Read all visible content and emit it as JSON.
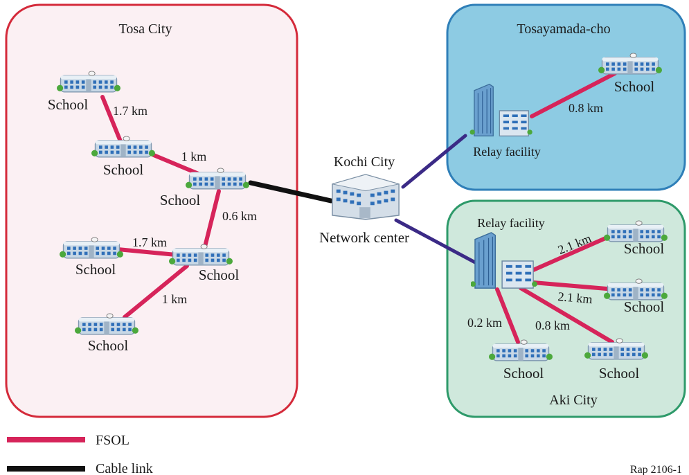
{
  "regions": {
    "tosa": {
      "title": "Tosa City"
    },
    "tosayamada": {
      "title": "Tosayamada-cho"
    },
    "aki": {
      "title": "Aki City"
    }
  },
  "center": {
    "title": "Kochi City",
    "label": "Network center"
  },
  "nodes": {
    "tosa_school_1": "School",
    "tosa_school_2": "School",
    "tosa_school_3": "School",
    "tosa_school_4": "School",
    "tosa_school_5": "School",
    "tosa_school_6": "School",
    "tosayamada_relay": "Relay facility",
    "tosayamada_school": "School",
    "aki_relay": "Relay facility",
    "aki_school_1": "School",
    "aki_school_2": "School",
    "aki_school_3": "School",
    "aki_school_4": "School"
  },
  "links": {
    "tosa_1_2": "1.7 km",
    "tosa_2_3": "1 km",
    "tosa_3_5": "0.6 km",
    "tosa_4_5": "1.7 km",
    "tosa_5_6": "1 km",
    "tosayamada_relay_school": "0.8 km",
    "aki_relay_school_1": "2.1 km",
    "aki_relay_school_2": "2.1 km",
    "aki_relay_school_3": "0.2 km",
    "aki_relay_school_4": "0.8 km"
  },
  "legend": {
    "fsol": "FSOL",
    "cable": "Cable link"
  },
  "reference": "Rap 2106-1",
  "colors": {
    "fsol": "#d6245a",
    "cable": "#111111",
    "radio": "#3b2a86",
    "tosa_border": "#d42a3a",
    "tosa_fill": "#fbf0f3",
    "tosayamada_border": "#2f7fb8",
    "tosayamada_fill": "#8dcbe3",
    "aki_border": "#2e9a6a",
    "aki_fill": "#cfe8dc"
  }
}
